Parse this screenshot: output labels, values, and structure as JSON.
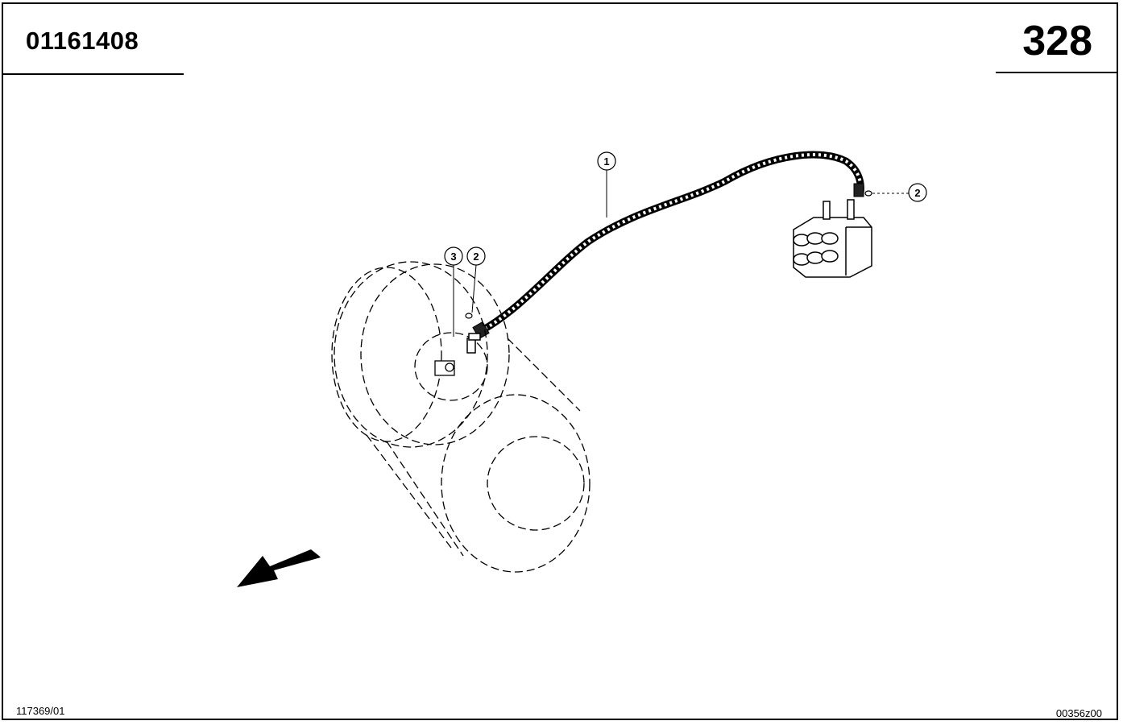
{
  "header": {
    "part_number": "01161408",
    "page_number": "328"
  },
  "footer": {
    "drawing_ref_left": "117369/01",
    "drawing_ref_right": "00356z00"
  },
  "callouts": [
    {
      "id": "callout-1",
      "label": "1"
    },
    {
      "id": "callout-2-valve",
      "label": "2"
    },
    {
      "id": "callout-2-reel",
      "label": "2"
    },
    {
      "id": "callout-3",
      "label": "3"
    }
  ],
  "icons": {
    "direction_arrow": "travel-direction-arrow-icon"
  }
}
